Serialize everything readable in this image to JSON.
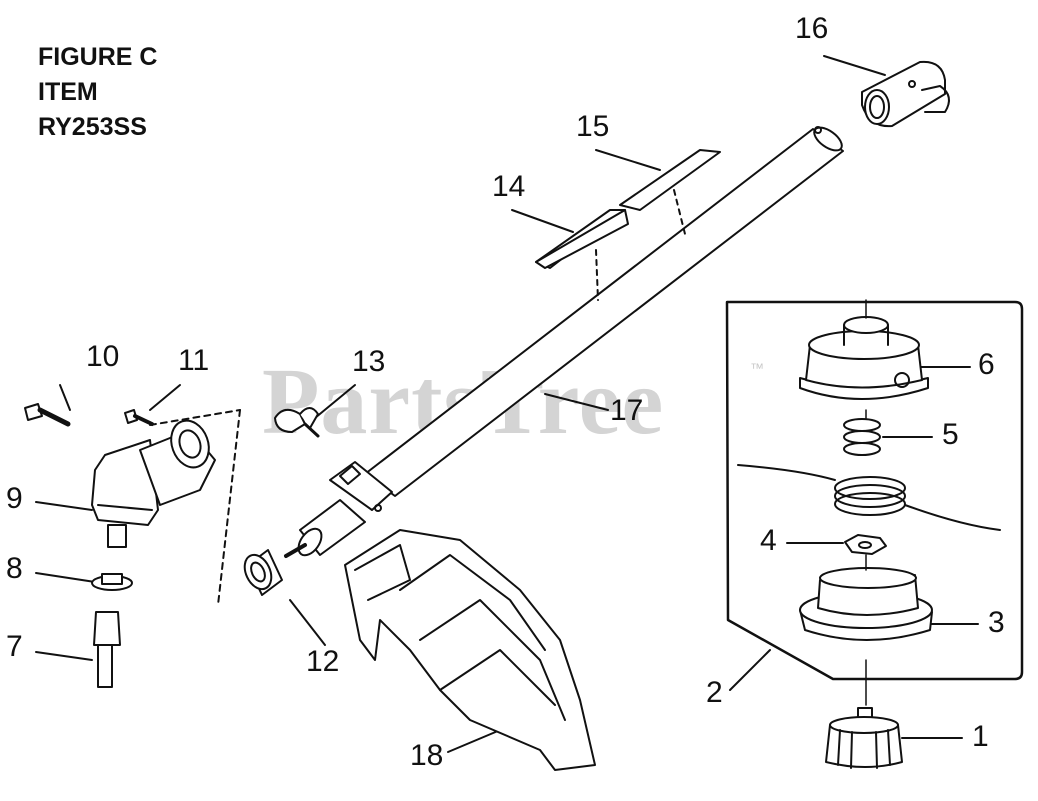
{
  "figure": {
    "title_lines": [
      "FIGURE C",
      "ITEM",
      "RY253SS"
    ]
  },
  "watermark": {
    "text": "PartsTree",
    "trademark": "™"
  },
  "callouts": [
    "1",
    "2",
    "3",
    "4",
    "5",
    "6",
    "7",
    "8",
    "9",
    "10",
    "11",
    "12",
    "13",
    "14",
    "15",
    "16",
    "17",
    "18"
  ],
  "colors": {
    "ink": "#111111",
    "watermark": "#d4d4d4",
    "background": "#ffffff"
  }
}
